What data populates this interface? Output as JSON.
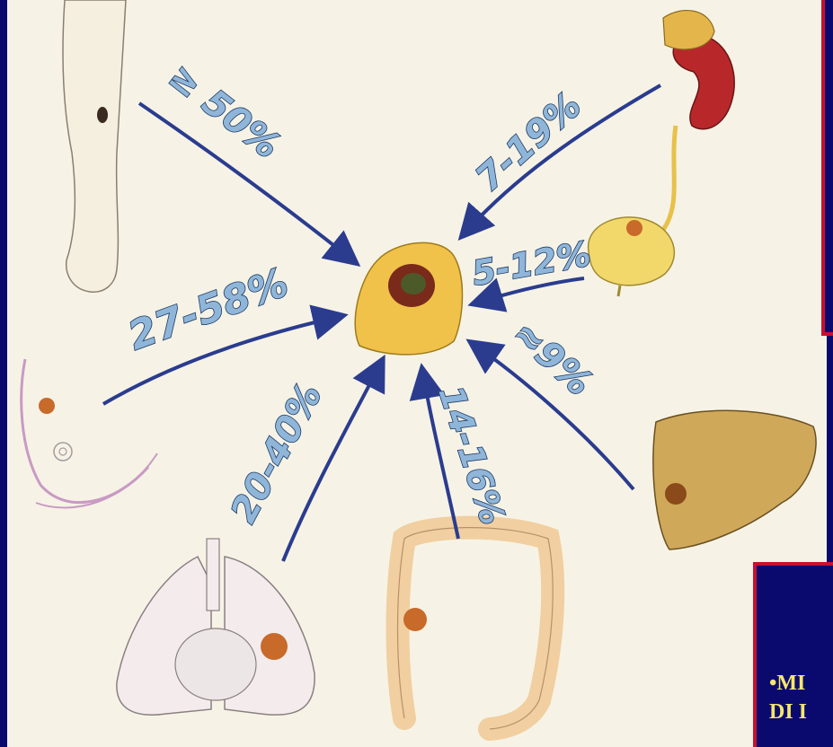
{
  "diagram": {
    "center": {
      "organ": "brain-with-metastasis"
    },
    "sources": [
      {
        "organ": "skin-leg-melanoma",
        "label": "≥ 50%"
      },
      {
        "organ": "kidney",
        "label": "7-19%"
      },
      {
        "organ": "bladder",
        "label": "5-12%"
      },
      {
        "organ": "breast",
        "label": "27-58%"
      },
      {
        "organ": "liver",
        "label": "≈9%"
      },
      {
        "organ": "lung",
        "label": "20-40%"
      },
      {
        "organ": "colon",
        "label": "14-16%"
      }
    ],
    "arrow_color": "#2b3c8f",
    "label_color": "#8fb6d8"
  },
  "caption": {
    "line1": "•MI",
    "line2": "DI I"
  }
}
